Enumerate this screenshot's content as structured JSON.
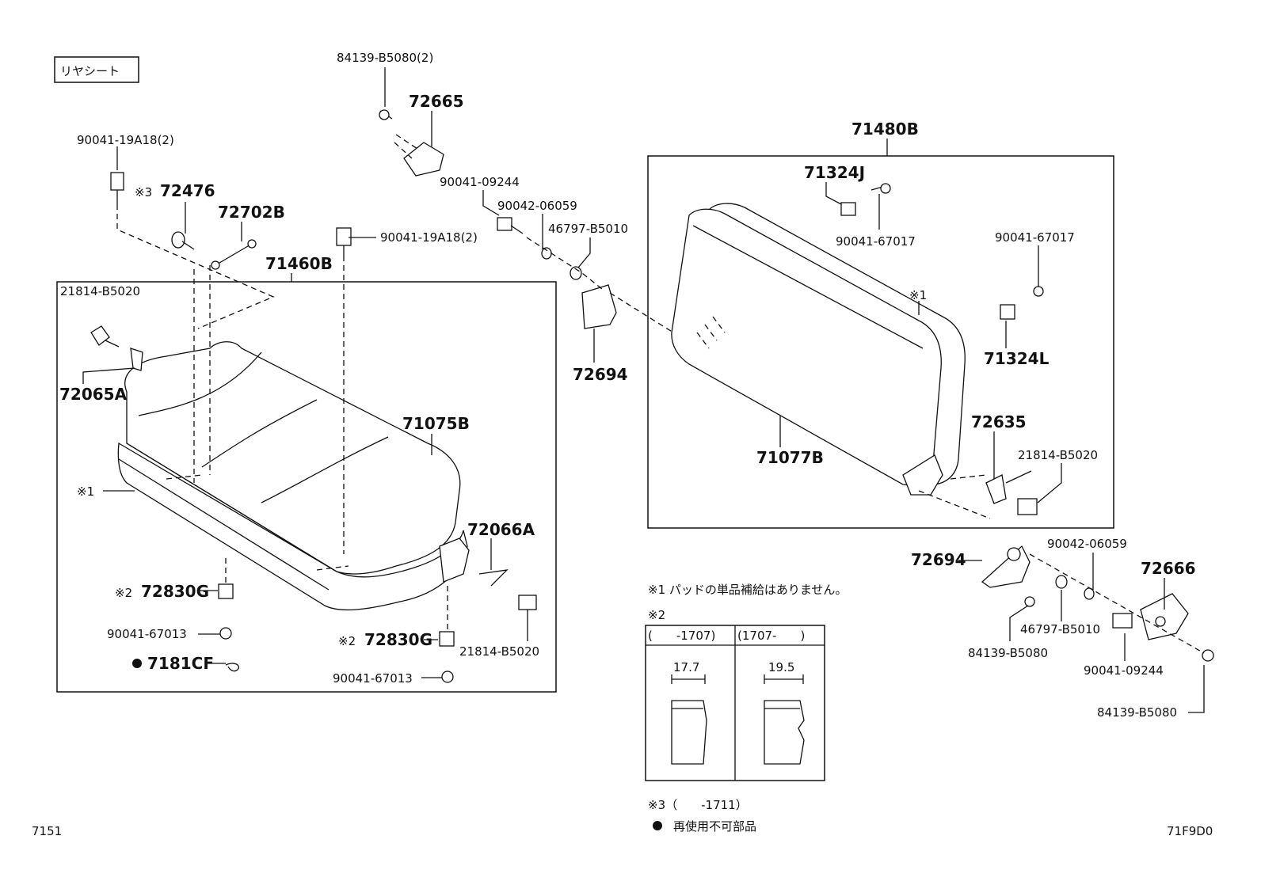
{
  "section_title": "リヤシート",
  "left_code": "7151",
  "right_code": "71F9D0",
  "labels": {
    "p84139_top": "84139-B5080(2)",
    "p72665": "72665",
    "p90041_19A18_left": "90041-19A18(2)",
    "p72476": "72476",
    "mark3": "※3",
    "p72702B": "72702B",
    "p90041_19A18_mid": "90041-19A18(2)",
    "p90041_09244_top": "90041-09244",
    "p90042_06059_top": "90042-06059",
    "p46797_top": "46797-B5010",
    "p71460B": "71460B",
    "p21814_top": "21814-B5020",
    "p72065A": "72065A",
    "p72694_top": "72694",
    "p71075B": "71075B",
    "mark1_left": "※1",
    "p72066A": "72066A",
    "p72830G_left": "72830G",
    "p72830G_right": "72830G",
    "mark2_a": "※2",
    "mark2_b": "※2",
    "p90041_67013_left": "90041-67013",
    "p90041_67013_right": "90041-67013",
    "p21814_mid": "21814-B5020",
    "p7181CF": "7181CF",
    "p71480B": "71480B",
    "p71324J": "71324J",
    "p90041_67017_a": "90041-67017",
    "p90041_67017_b": "90041-67017",
    "mark1_right": "※1",
    "p71324L": "71324L",
    "p71077B": "71077B",
    "p72635": "72635",
    "p21814_right": "21814-B5020",
    "p90042_06059_right": "90042-06059",
    "p72694_right": "72694",
    "p72666": "72666",
    "p46797_right": "46797-B5010",
    "p84139_right_a": "84139-B5080",
    "p90041_09244_right": "90041-09244",
    "p84139_right_b": "84139-B5080"
  },
  "notes": {
    "note1": "※1 パッドの単品補給はありません。",
    "note2": "※2",
    "note3": "※3（　　-1711）",
    "note4": "再使用不可部品"
  },
  "table": {
    "col1_header": "(　　-1707)",
    "col2_header": "(1707-　　)",
    "col1_dim": "17.7",
    "col2_dim": "19.5"
  }
}
